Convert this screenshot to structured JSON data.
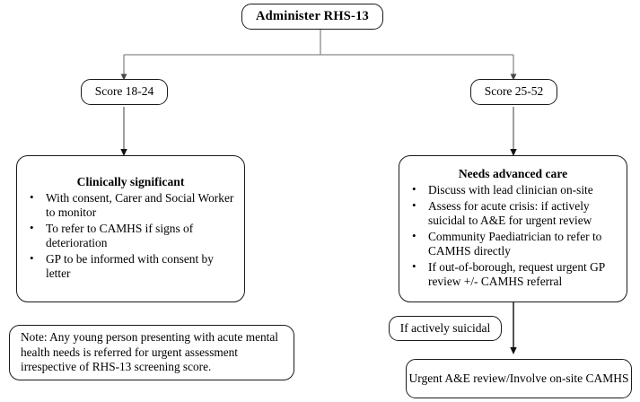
{
  "diagram": {
    "title_box": {
      "label": "Administer RHS-13"
    },
    "branches": [
      {
        "id": "left",
        "score_label": "Score 18-24"
      },
      {
        "id": "right",
        "score_label": "Score 25-52"
      }
    ],
    "left_outcome": {
      "heading": "Clinically significant",
      "items": [
        {
          "level": 1,
          "text": "With consent, Carer and Social Worker to monitor"
        },
        {
          "level": 2,
          "text": "To refer to CAMHS if signs of deterioration"
        },
        {
          "level": 1,
          "text": "GP to be informed with consent by letter"
        }
      ]
    },
    "right_outcome": {
      "heading": "Needs advanced care",
      "items": [
        {
          "level": 1,
          "text": "Discuss with lead clinician on-site"
        },
        {
          "level": 1,
          "text": "Assess for acute crisis: if actively suicidal to A&E for urgent review"
        },
        {
          "level": 1,
          "text": "Community Paediatrician to refer to CAMHS directly"
        },
        {
          "level": 1,
          "text": "If out-of-borough, request urgent GP review +/- CAMHS referral"
        }
      ]
    },
    "condition_label": {
      "label": "If actively suicidal"
    },
    "final_box": {
      "label": "Urgent A&E review/Involve on-site CAMHS"
    },
    "note_box": {
      "text": "Note: Any young person presenting with acute mental health needs is referred for urgent assessment irrespective of RHS-13 screening score."
    },
    "colors": {
      "stroke": "#1a1a1a",
      "connector": "#808080",
      "background": "#ffffff",
      "text": "#000000"
    }
  }
}
